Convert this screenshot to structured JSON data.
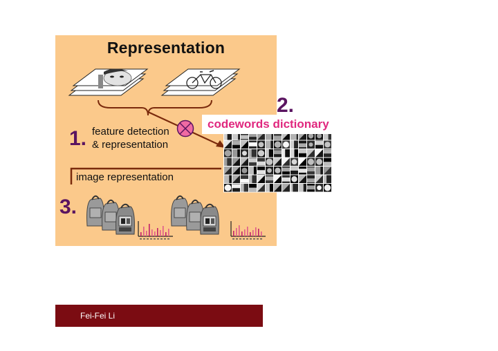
{
  "slide": {
    "title": "Representation",
    "steps": [
      {
        "number": "1.",
        "label_line1": "feature detection",
        "label_line2": "& representation"
      },
      {
        "number": "2.",
        "label": "codewords dictionary"
      },
      {
        "number": "3.",
        "label": "image representation"
      }
    ],
    "footer_text": "Fei-Fei Li"
  },
  "colors": {
    "panel": "#fbc98b",
    "step_number": "#5a1460",
    "dictionary_label": "#e0277e",
    "arrow": "#7a2a0c",
    "footer_bar": "#7b0c12"
  },
  "icons": [
    "face-image-stack-icon",
    "bicycle-image-stack-icon",
    "cross-circle-icon",
    "codeword-patch-grid-icon",
    "backpack-icon",
    "histogram-icon"
  ]
}
